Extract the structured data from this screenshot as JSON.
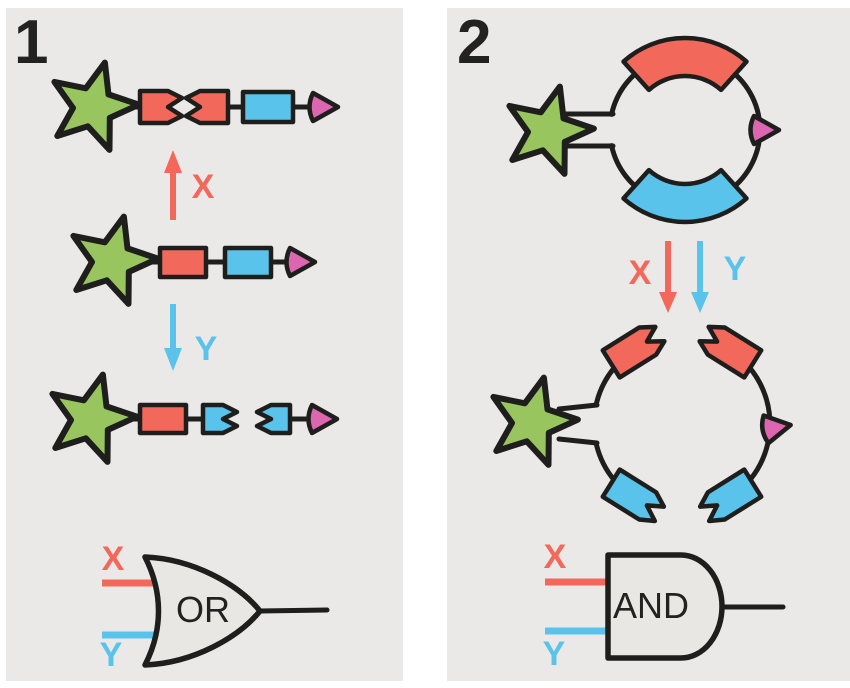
{
  "colors": {
    "panel_bg": "#EAE9E7",
    "outline": "#1E1E1C",
    "red": "#F2695C",
    "blue": "#59C3EB",
    "green": "#99C55F",
    "pink": "#DC67B0",
    "gate_fill": "#E8E7E4",
    "text_dark": "#222220"
  },
  "panel1": {
    "number": "1",
    "arrow_up_label": "X",
    "arrow_down_label": "Y",
    "gate": {
      "type_label": "OR",
      "input_top_label": "X",
      "input_bottom_label": "Y"
    }
  },
  "panel2": {
    "number": "2",
    "arrow_left_label": "X",
    "arrow_right_label": "Y",
    "gate": {
      "type_label": "AND",
      "input_top_label": "X",
      "input_bottom_label": "Y"
    }
  }
}
